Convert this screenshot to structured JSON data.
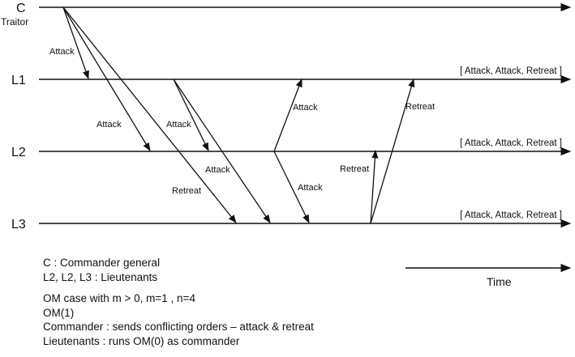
{
  "lines": [
    {
      "id": "C",
      "label": "C",
      "sublabel": "Traitor"
    },
    {
      "id": "L1",
      "label": "L1",
      "vector": "[ Attack, Attack, Retreat ]"
    },
    {
      "id": "L2",
      "label": "L2",
      "vector": "[ Attack, Attack, Retreat ]"
    },
    {
      "id": "L3",
      "label": "L3",
      "vector": "[ Attack, Attack, Retreat ]"
    }
  ],
  "messages": [
    {
      "from": "C",
      "to": "L1",
      "label": "Attack"
    },
    {
      "from": "C",
      "to": "L2",
      "label": "Attack"
    },
    {
      "from": "C",
      "to": "L3",
      "label": "Retreat"
    },
    {
      "from": "L1",
      "to": "L2",
      "label": "Attack"
    },
    {
      "from": "L1",
      "to": "L3",
      "label": "Attack"
    },
    {
      "from": "L2",
      "to": "L1",
      "label": "Attack"
    },
    {
      "from": "L2",
      "to": "L3",
      "label": "Attack"
    },
    {
      "from": "L3",
      "to": "L1",
      "label": "Retreat"
    },
    {
      "from": "L3",
      "to": "L2",
      "label": "Retreat"
    }
  ],
  "time_label": "Time",
  "notes": {
    "legend": [
      "C : Commander general",
      "L2, L2, L3 :  Lieutenants"
    ],
    "description": [
      "OM case with m > 0, m=1 , n=4",
      "OM(1)",
      "Commander : sends conflicting orders – attack & retreat",
      "Lieutenants : runs OM(0) as commander"
    ]
  },
  "colors": {
    "ink": "#111111",
    "background": "#ffffff"
  }
}
